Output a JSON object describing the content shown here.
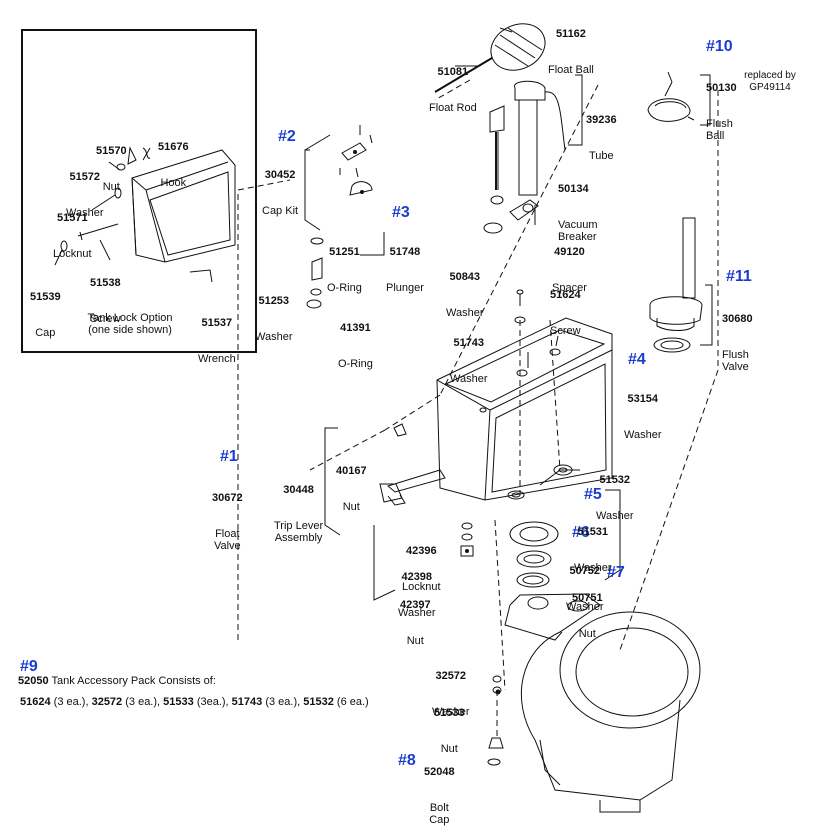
{
  "badges": {
    "b1": "#1",
    "b2": "#2",
    "b3": "#3",
    "b4": "#4",
    "b5": "#5",
    "b6": "#6",
    "b7": "#7",
    "b8": "#8",
    "b9": "#9",
    "b10": "#10",
    "b11": "#11"
  },
  "parts": {
    "p51162": {
      "num": "51162",
      "name": "Float Ball"
    },
    "p51081": {
      "num": "51081",
      "name": "Float Rod"
    },
    "p39236": {
      "num": "39236",
      "name": "Tube"
    },
    "p50130": {
      "num": "50130",
      "name": "Flush\nBall"
    },
    "p51570": {
      "num": "51570",
      "name": "Nut"
    },
    "p51676": {
      "num": "51676",
      "name": "Hook"
    },
    "p51572": {
      "num": "51572",
      "name": "Washer"
    },
    "p51571": {
      "num": "51571",
      "name": "Locknut"
    },
    "p51539": {
      "num": "51539",
      "name": "Cap"
    },
    "p51538": {
      "num": "51538",
      "name": "Screw"
    },
    "p51537": {
      "num": "51537",
      "name": "Wrench"
    },
    "p30452": {
      "num": "30452",
      "name": "Cap Kit"
    },
    "p50134": {
      "num": "50134",
      "name": "Vacuum\nBreaker"
    },
    "p51251": {
      "num": "51251",
      "name": "O-Ring"
    },
    "p51748": {
      "num": "51748",
      "name": "Plunger"
    },
    "p50843": {
      "num": "50843",
      "name": "Washer"
    },
    "p49120": {
      "num": "49120",
      "name": "Spacer"
    },
    "p51253": {
      "num": "51253",
      "name": "Washer"
    },
    "p41391": {
      "num": "41391",
      "name": "O-Ring"
    },
    "p51624": {
      "num": "51624",
      "name": "Screw"
    },
    "p51743": {
      "num": "51743",
      "name": "Washer"
    },
    "p30680": {
      "num": "30680",
      "name": "Flush\nValve"
    },
    "p53154": {
      "num": "53154",
      "name": "Washer"
    },
    "p40167": {
      "num": "40167",
      "name": "Nut"
    },
    "p30672": {
      "num": "30672",
      "name": "Float\nValve"
    },
    "p30448": {
      "num": "30448",
      "name": "Trip Lever\nAssembly"
    },
    "p51532": {
      "num": "51532",
      "name": "Washer"
    },
    "p51531": {
      "num": "51531",
      "name": "Washer"
    },
    "p42396": {
      "num": "42396",
      "name": "Locknut"
    },
    "p50752": {
      "num": "50752",
      "name": "Washer"
    },
    "p42398": {
      "num": "42398",
      "name": "Washer"
    },
    "p50751": {
      "num": "50751",
      "name": "Nut"
    },
    "p42397": {
      "num": "42397",
      "name": "Nut"
    },
    "p32572": {
      "num": "32572",
      "name": "Washer"
    },
    "p51533": {
      "num": "51533",
      "name": "Nut"
    },
    "p52048": {
      "num": "52048",
      "name": "Bolt\nCap"
    }
  },
  "replaced_by": "replaced by\nGP49114",
  "tank_lock_caption": "Tank Lock Option\n(one side shown)",
  "accessory": {
    "num": "52050",
    "title": "Tank Accessory Pack Consists of:",
    "items": [
      {
        "num": "51624",
        "qty": "(3 ea.),"
      },
      {
        "num": "32572",
        "qty": "(3 ea.),"
      },
      {
        "num": "51533",
        "qty": "(3ea.),"
      },
      {
        "num": "51743",
        "qty": "(3 ea.),"
      },
      {
        "num": "51532",
        "qty": "(6 ea.)"
      }
    ]
  },
  "colors": {
    "badge": "#1a3ccf",
    "line": "#111111"
  }
}
